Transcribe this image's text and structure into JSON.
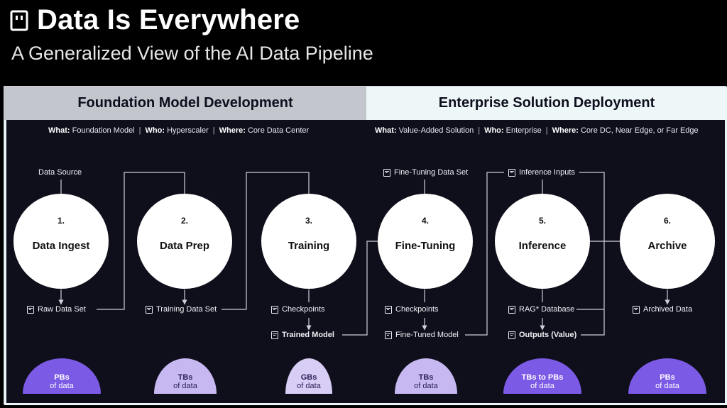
{
  "header": {
    "title": "Data Is Everywhere",
    "subtitle": "A Generalized View of the AI Data Pipeline"
  },
  "sections": [
    {
      "title": "Foundation Model Development",
      "meta": {
        "what_label": "What:",
        "what": "Foundation Model",
        "who_label": "Who:",
        "who": "Hyperscaler",
        "where_label": "Where:",
        "where": "Core Data Center"
      }
    },
    {
      "title": "Enterprise Solution Deployment",
      "meta": {
        "what_label": "What:",
        "what": "Value-Added Solution",
        "who_label": "Who:",
        "who": "Enterprise",
        "where_label": "Where:",
        "where": "Core DC, Near Edge, or Far Edge"
      }
    }
  ],
  "stages": [
    {
      "number": "1.",
      "name": "Data Ingest"
    },
    {
      "number": "2.",
      "name": "Data Prep"
    },
    {
      "number": "3.",
      "name": "Training"
    },
    {
      "number": "4.",
      "name": "Fine-Tuning"
    },
    {
      "number": "5.",
      "name": "Inference"
    },
    {
      "number": "6.",
      "name": "Archive"
    }
  ],
  "inputs": {
    "data_source": "Data Source",
    "fine_tuning_data_set": "Fine-Tuning Data Set",
    "inference_inputs": "Inference Inputs"
  },
  "outputs": {
    "raw_data_set": "Raw Data Set",
    "training_data_set": "Training Data Set",
    "checkpoints_3": "Checkpoints",
    "trained_model": "Trained Model",
    "checkpoints_4": "Checkpoints",
    "fine_tuned_model": "Fine-Tuned Model",
    "rag_database": "RAG* Database",
    "outputs_value": "Outputs (Value)",
    "archived_data": "Archived Data"
  },
  "volumes": [
    {
      "amount": "PBs",
      "suffix": "of data"
    },
    {
      "amount": "TBs",
      "suffix": "of data"
    },
    {
      "amount": "GBs",
      "suffix": "of data"
    },
    {
      "amount": "TBs",
      "suffix": "of data"
    },
    {
      "amount": "TBs to PBs",
      "suffix": "of data"
    },
    {
      "amount": "PBs",
      "suffix": "of data"
    }
  ],
  "colors": {
    "volume_strong": "#7b5ae6",
    "volume_light": "#c8b8f2",
    "panel_bg": "#0f0f1c"
  }
}
